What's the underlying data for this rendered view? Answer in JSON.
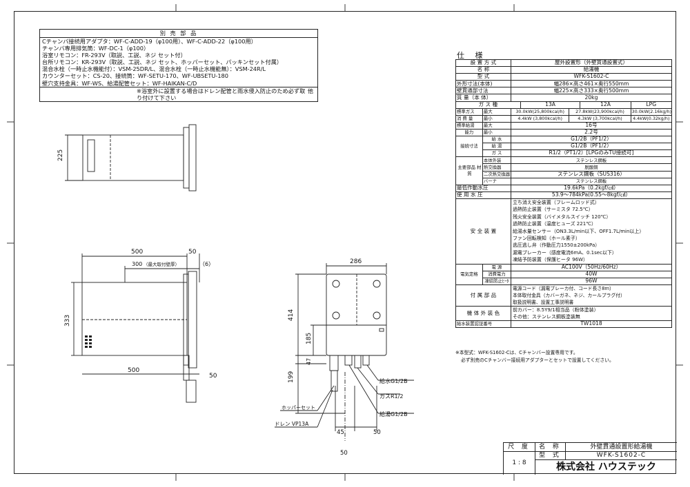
{
  "options": {
    "header": "別 売 部 品",
    "rows": [
      "Cチャンバ接続用アダプタ：WF-C-ADD-19（φ100用）、WF-C-ADD-22（φ100用）",
      "チャンバ専用排気筒：WF-DC-1（φ100）",
      "浴室リモコン：FR-293V（取説、工説、ネジ セット付）",
      "台所リモコン：KR-293V（取説、工説、ネジ セット、ホッパーセット、パッキンセット付属）",
      "混合水栓（一時止水機能付）：VSM-25DR/L、混合水栓（一時止水機能無）：VSM-24R/L",
      "カウンターセット：CS-20、接続筒：WF-SETU-170、WF-UBSETU-180",
      "壁穴支持金具：WF-WS、給湯配管セット：WF-HAIKAN-C/D"
    ],
    "footer_note": "※浴室外に設置する場合はドレン配管と雨水侵入防止のため必ず取り付けて下さい",
    "footer_right": "他"
  },
  "spec": {
    "title": "仕 様",
    "rows": [
      [
        "設 置 方 式",
        "屋外設置形（外壁貫通設置式）"
      ],
      [
        "名 称",
        "給湯機"
      ],
      [
        "型 式",
        "WFK-S1602-C"
      ],
      [
        "外形寸法(本体)",
        "幅286×高さ461×奥行550mm"
      ],
      [
        "壁貫通部寸法",
        "幅225×高さ333×奥行500mm"
      ],
      [
        "質 量（本 体）",
        "20kg"
      ]
    ],
    "gas_label": "ガ ス 種",
    "gas_types": [
      "13A",
      "12A",
      "LPG"
    ],
    "std_gas_label": "標準ガス",
    "consumption_label": "消 費 量",
    "max_label": "最大",
    "min_label": "最小",
    "gas_max": [
      "30.0kW(25,800kcal/h)",
      "27.8kW(23,900kcal/h)",
      "30.0kW(2.16kg/h)"
    ],
    "gas_min": [
      "4.4kW (3,800kcal/h)",
      "4.3kW (3,700kcal/h)",
      "4.4kW(0.32kg/h)"
    ],
    "std_supply_label": "標準給湯",
    "capacity_label": "能力",
    "cap_max": "16号",
    "cap_min": "2.2号",
    "conn_label": "接続寸法",
    "conn_rows": [
      [
        "給 水",
        "G1/2B（PF1/2）"
      ],
      [
        "給 湯",
        "G1/2B（PF1/2）"
      ],
      [
        "ガ ス",
        "R1/2（PT1/2）[LPGのみTU接続可]"
      ]
    ],
    "material_label": "主要部品 材 質",
    "material_rows": [
      [
        "本体外装",
        "ステンレス鋼板"
      ],
      [
        "熱交換器",
        "脱酸銅"
      ],
      [
        "二次熱交換器",
        "ステンレス鋼板（SUS316）"
      ],
      [
        "バーナ",
        "ステンレス鋼板"
      ]
    ],
    "min_pressure_label": "最低作動水圧",
    "min_pressure": "19.6kPa（0.2kgf/㎠）",
    "use_pressure_label": "使 用 水 圧",
    "use_pressure": "53.9～784kPa(0.55～8kgf/㎠）",
    "safety_label": "安 全 装 置",
    "safety_items": [
      "立ち消え安全装置（フレームロッド式）",
      "過熱防止装置（サーミスタ 72.5℃）",
      "残火安全装置（バイメタルスイッチ 120℃）",
      "過熱防止装置（温度ヒューズ 221℃）",
      "給湯水量センサー（ON3.3L/min以下、OFF1.7L/min以上）",
      "ファン回転検知（ホール素子）",
      "逃圧逃し弁（作動圧力1550±200kPa）",
      "漏電ブレーカー（感度電流6mA、0.1sec以下）",
      "凍結予防装置（保護ヒータ 96W）"
    ],
    "elec_label": "電気定格",
    "elec_rows": [
      [
        "電 源",
        "AC100V（50Hz/60Hz）"
      ],
      [
        "消費電力",
        "40W"
      ],
      [
        "凍結防止ﾋｰﾀ",
        "96W"
      ]
    ],
    "accessory_label": "付 属 部 品",
    "accessories": [
      "電源コード（漏電ブレーカ付、コード長さ8m）",
      "本体取付金具（カバーガネ、ネジ、カールプラグ付）",
      "取扱説明書、設置工事説明書"
    ],
    "finish_label": "機 体 外 装 色",
    "finish": [
      "前カバー：8.5Y9/1相当品（粉体塗装）",
      "その他：ステンレス鋼板塗装無"
    ],
    "cert_label": "給水装置認証番号",
    "cert": "TW1018",
    "notes": [
      "※本型式：WFK-S1602-Cは、Cチャンバー設置専用です。",
      "必ず別売のCチャンバー接続用アダプターとセットで設置してください。"
    ]
  },
  "titleblock": {
    "scale_label": "尺 度",
    "scale": "1 : 8",
    "name_label": "名 称",
    "name": "外壁貫通設置形給湯機",
    "model_label": "型 式",
    "model": "WFK-S1602-C",
    "company": "株式会社 ハウステック"
  },
  "drawing": {
    "top_dim": "225",
    "side_dims": {
      "w500_top": "500",
      "w50_top": "50",
      "w300": "300",
      "max_wall": "（最大取付壁厚）",
      "w6": "（6）",
      "h333": "333",
      "w500_bot": "500",
      "w50_bot": "50"
    },
    "front_dims": {
      "w286": "286",
      "h414": "414",
      "h185": "185",
      "h47": "47",
      "h199": "199",
      "w45": "45",
      "w50r": "50",
      "w50b": "50"
    },
    "labels": {
      "water_in": "給水G1/2B",
      "gas": "ガスR1/2",
      "hot_out": "給湯G1/2B",
      "hopper": "ホッパーセット",
      "drain": "ドレン VP13A"
    }
  }
}
